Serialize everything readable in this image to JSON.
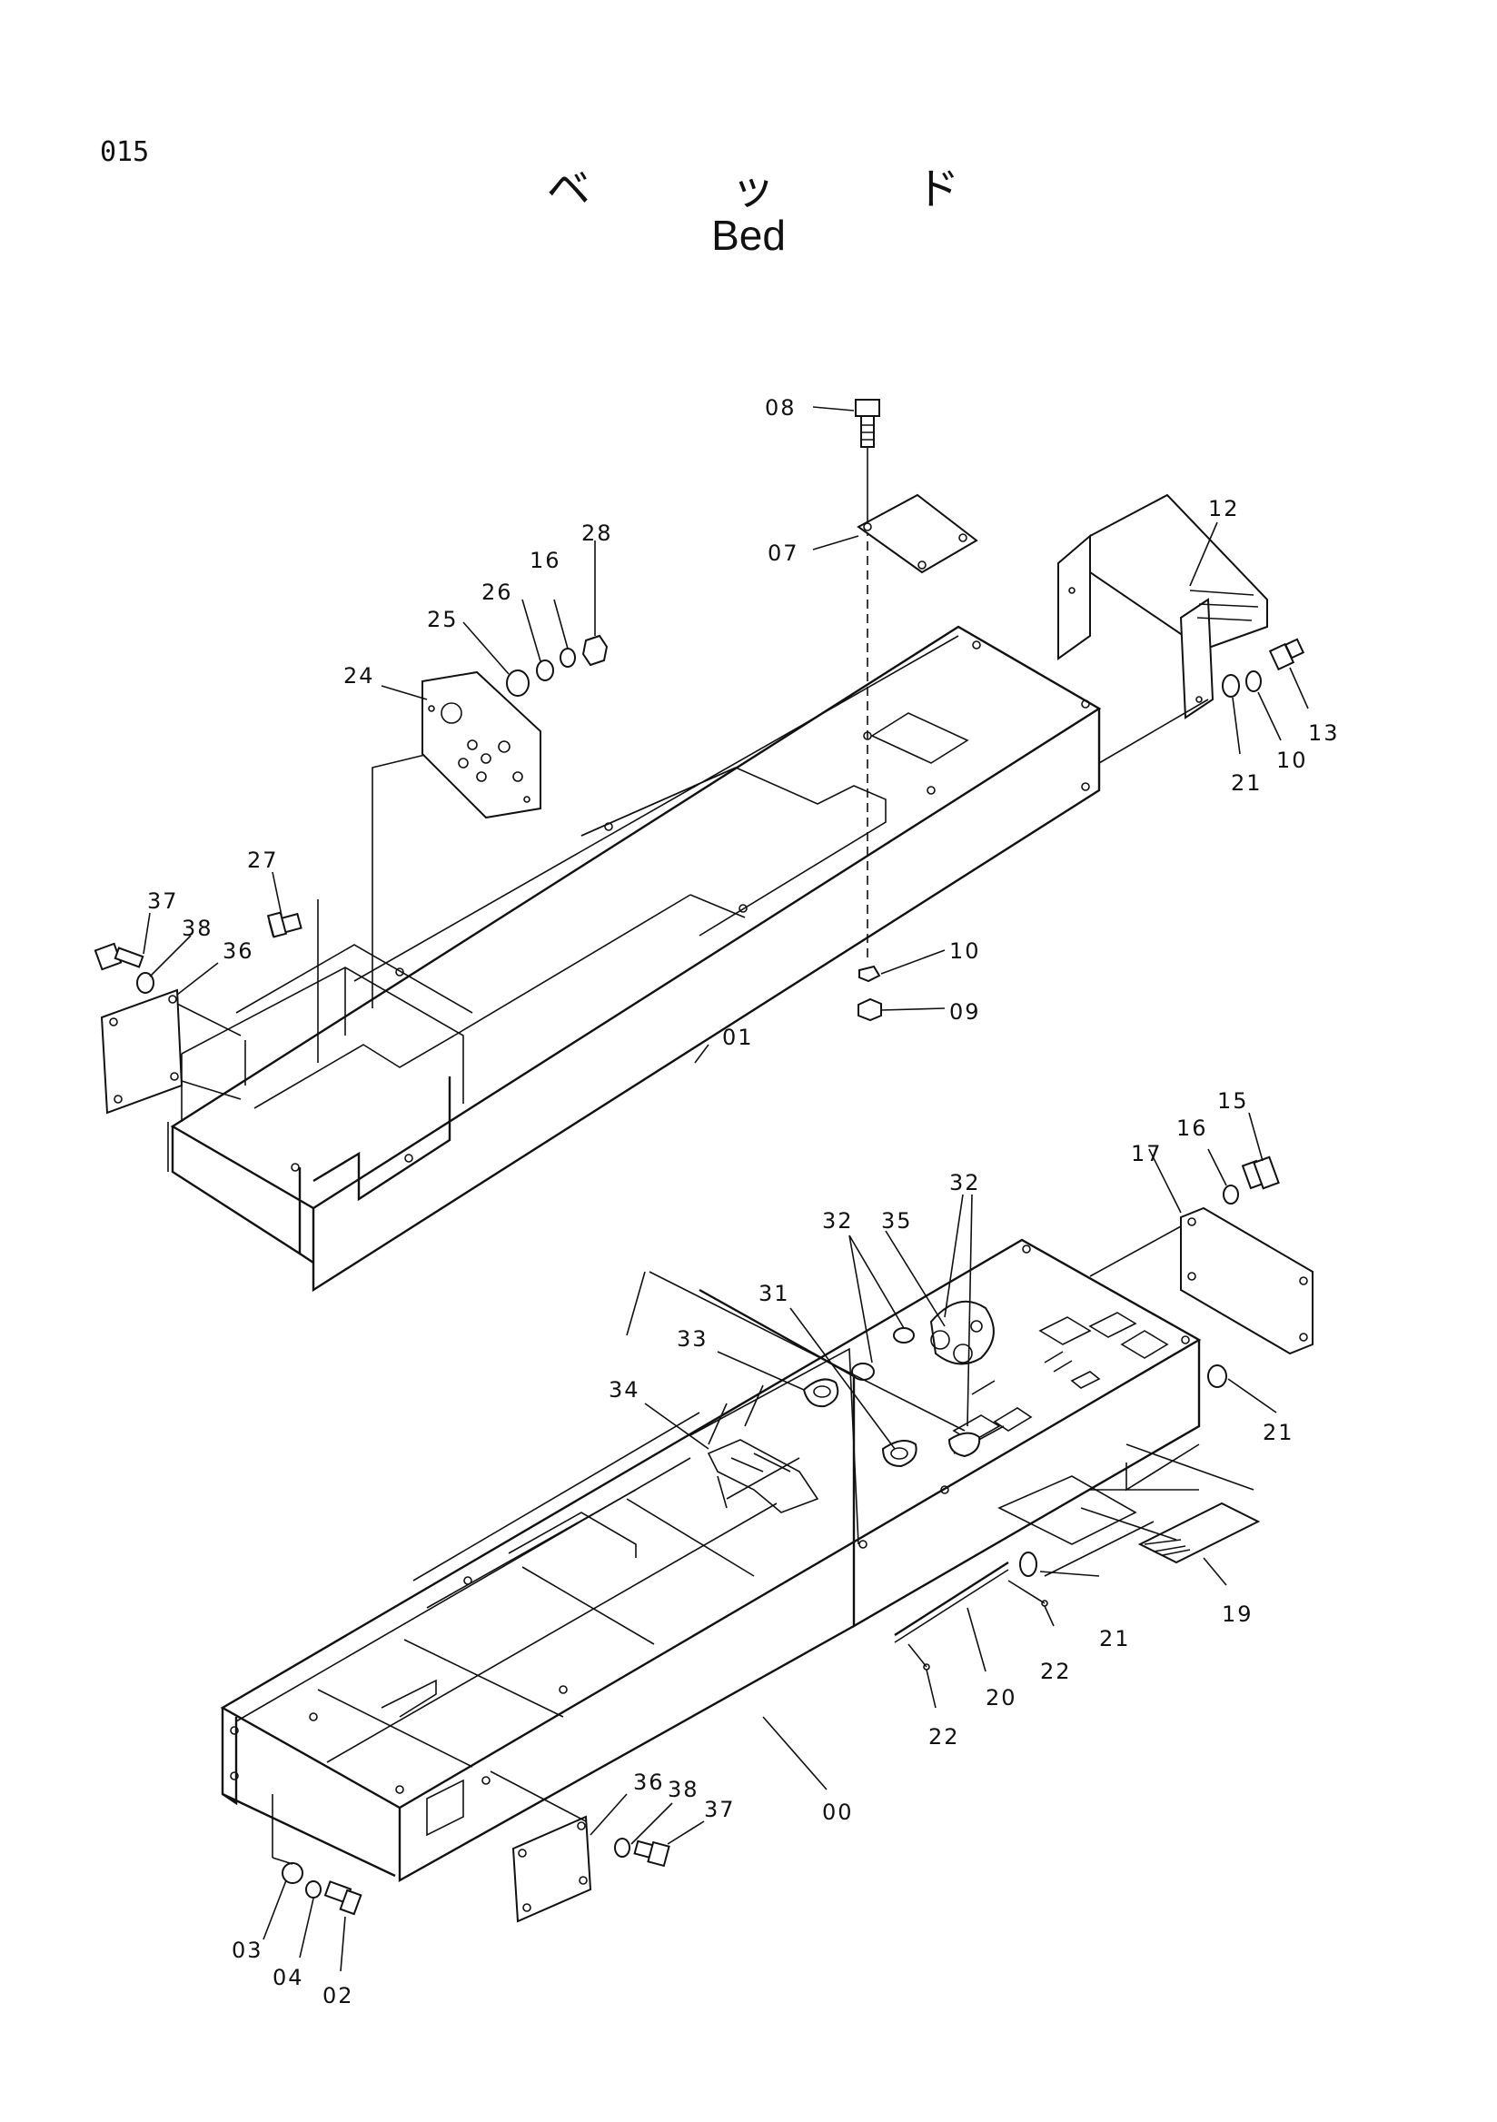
{
  "page_code": "015",
  "title_jp": "ベ ッ ド",
  "title_en": "Bed",
  "labels": {
    "p00": "00",
    "p01": "01",
    "p02": "02",
    "p03": "03",
    "p04": "04",
    "p07": "07",
    "p08": "08",
    "p09": "09",
    "p10a": "10",
    "p10b": "10",
    "p12": "12",
    "p13": "13",
    "p15": "15",
    "p16a": "16",
    "p16b": "16",
    "p17": "17",
    "p19": "19",
    "p20": "20",
    "p21a": "21",
    "p21b": "21",
    "p21c": "21",
    "p22a": "22",
    "p22b": "22",
    "p24": "24",
    "p25": "25",
    "p26": "26",
    "p27": "27",
    "p28": "28",
    "p31": "31",
    "p32a": "32",
    "p32b": "32",
    "p33": "33",
    "p34": "34",
    "p35": "35",
    "p36a": "36",
    "p36b": "36",
    "p37a": "37",
    "p37b": "37",
    "p38a": "38",
    "p38b": "38"
  }
}
